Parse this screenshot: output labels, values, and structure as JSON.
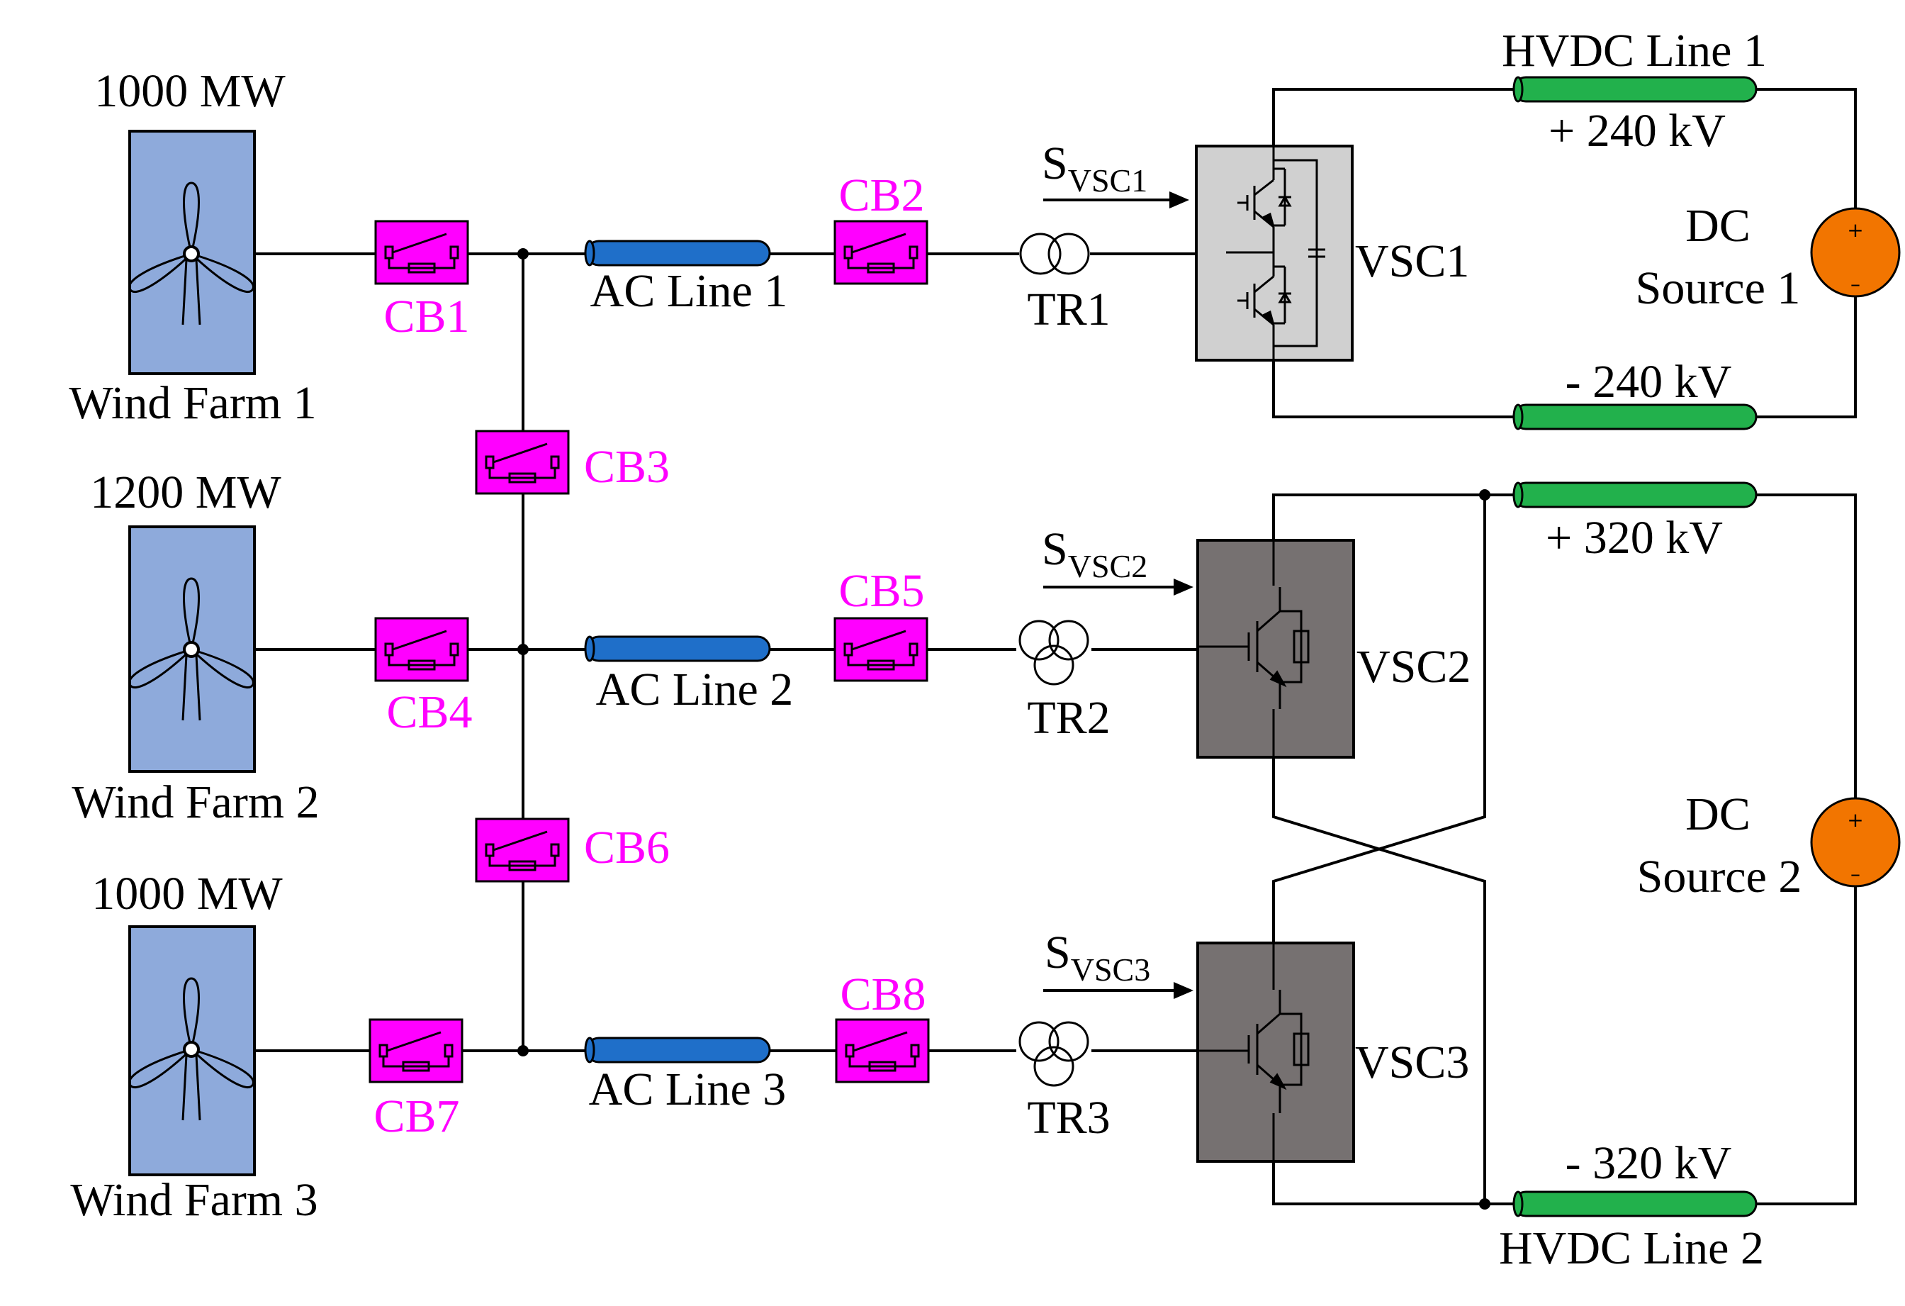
{
  "wind_farms": [
    {
      "power": "1000 MW",
      "label": "Wind Farm 1"
    },
    {
      "power": "1200 MW",
      "label": "Wind Farm 2"
    },
    {
      "power": "1000 MW",
      "label": "Wind Farm 3"
    }
  ],
  "breakers": [
    "CB1",
    "CB2",
    "CB3",
    "CB4",
    "CB5",
    "CB6",
    "CB7",
    "CB8"
  ],
  "ac_lines": [
    "AC Line 1",
    "AC Line 2",
    "AC Line 3"
  ],
  "transformers": [
    "TR1",
    "TR2",
    "TR3"
  ],
  "converters": [
    "VSC1",
    "VSC2",
    "VSC3"
  ],
  "svsc": [
    {
      "main": "S",
      "sub": "VSC1"
    },
    {
      "main": "S",
      "sub": "VSC2"
    },
    {
      "main": "S",
      "sub": "VSC3"
    }
  ],
  "hvdc_lines": [
    "HVDC Line 1",
    "HVDC Line 2"
  ],
  "voltages": [
    "+ 240 kV",
    "- 240 kV",
    "+ 320 kV",
    "- 320 kV"
  ],
  "dc_sources": [
    {
      "line1": "DC",
      "line2": "Source 1"
    },
    {
      "line1": "DC",
      "line2": "Source 2"
    }
  ],
  "source_signs": {
    "plus": "+",
    "minus": "–"
  },
  "colors": {
    "wind_farm": "#8eaadb",
    "breaker": "#ff00ff",
    "ac_line": "#1f6fc9",
    "hvdc_line": "#22b14c",
    "vsc1": "#d0d0d0",
    "vsc2_3": "#767171",
    "dc_source": "#f27500"
  }
}
